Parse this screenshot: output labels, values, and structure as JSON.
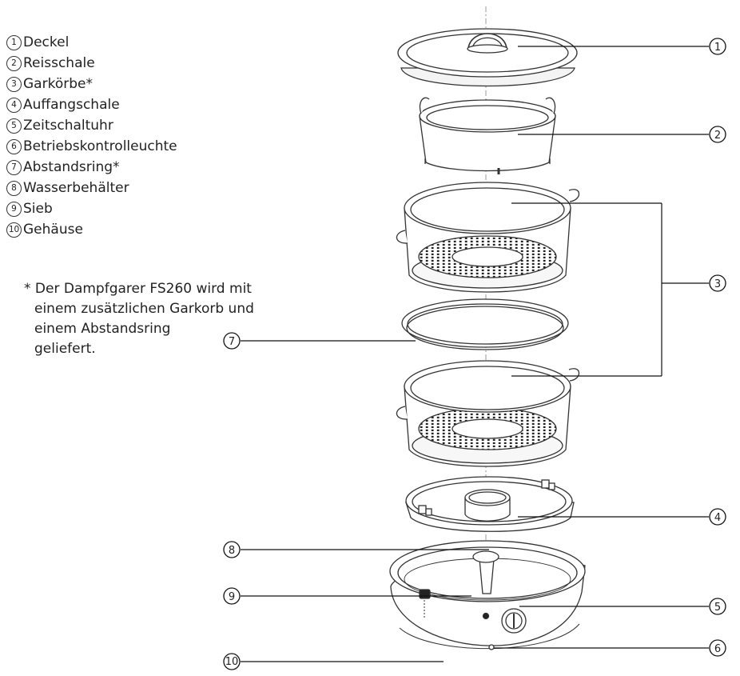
{
  "parts": [
    {
      "number": "1",
      "label": "Deckel"
    },
    {
      "number": "2",
      "label": "Reisschale"
    },
    {
      "number": "3",
      "label": "Garkörbe*"
    },
    {
      "number": "4",
      "label": "Auffangschale"
    },
    {
      "number": "5",
      "label": "Zeitschaltuhr"
    },
    {
      "number": "6",
      "label": "Betriebskontrolleuchte"
    },
    {
      "number": "7",
      "label": "Abstandsring*"
    },
    {
      "number": "8",
      "label": "Wasserbehälter"
    },
    {
      "number": "9",
      "label": "Sieb"
    },
    {
      "number": "10",
      "label": "Gehäuse"
    }
  ],
  "footnote": {
    "marker": "*",
    "lines": [
      "Der Dampfgarer FS260 wird mit",
      "einem zusätzlichen Garkorb und",
      "einem Abstandsring",
      "geliefert."
    ]
  }
}
